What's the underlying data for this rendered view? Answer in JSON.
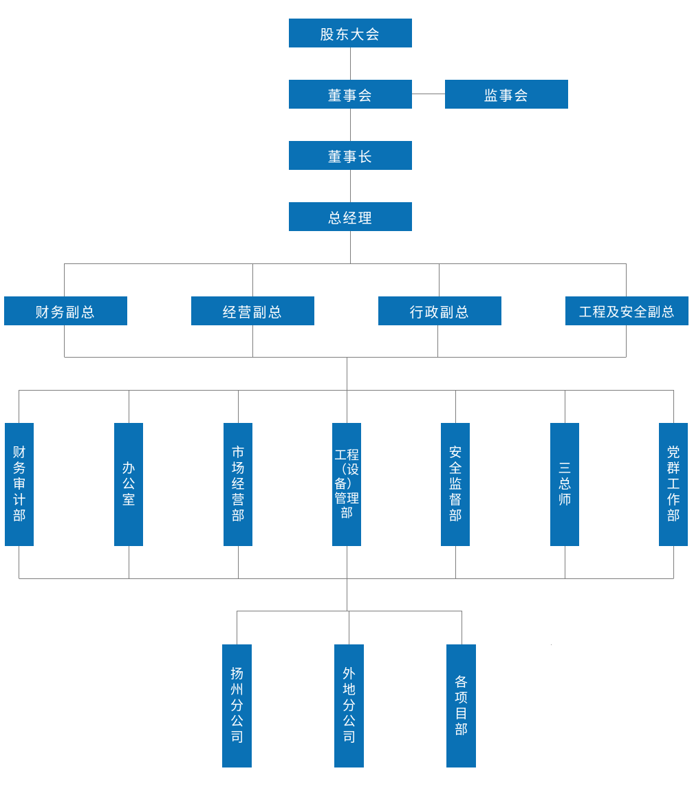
{
  "top": {
    "shareholders": "股东大会",
    "board": "董事会",
    "supervisory_board": "监事会",
    "chairman": "董事长",
    "general_manager": "总经理"
  },
  "vice_presidents": [
    "财务副总",
    "经营副总",
    "行政副总",
    "工程及安全副总"
  ],
  "departments": [
    "财务审计部",
    "办公室",
    "市场经营部",
    "工程（设备）管理部",
    "安全监督部",
    "三总师",
    "党群工作部"
  ],
  "branches": [
    "扬州分公司",
    "外地分公司",
    "各项目部"
  ],
  "colors": {
    "node_fill": "#0a71b5",
    "node_text": "#ffffff",
    "connector": "#7d7d7d"
  }
}
